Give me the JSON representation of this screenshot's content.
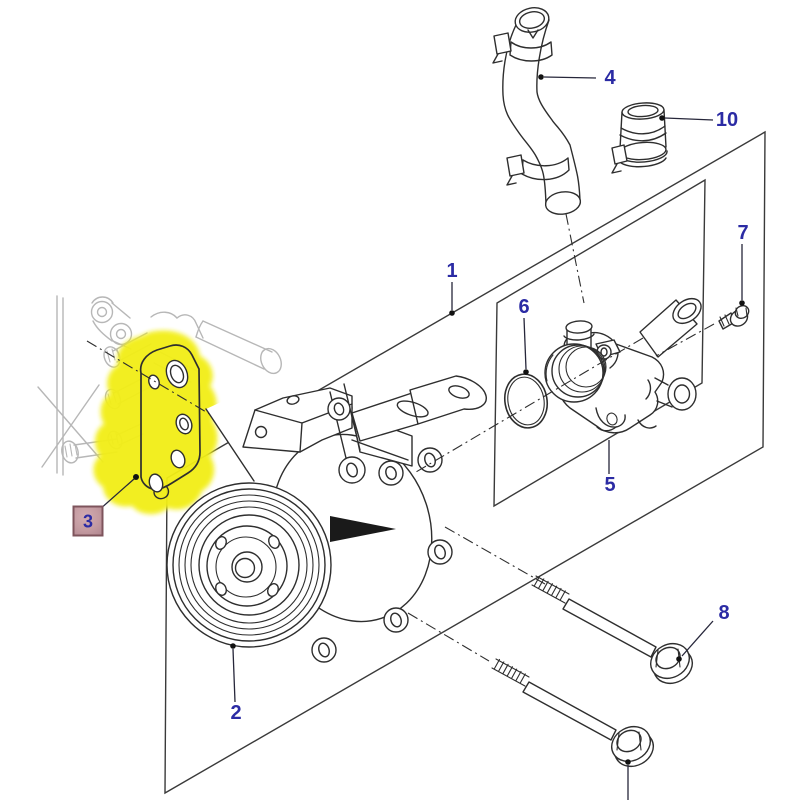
{
  "diagram": {
    "kind": "exploded-parts-diagram",
    "highlighted_callout": "3",
    "colors": {
      "background": "#ffffff",
      "line": "#2e2e2e",
      "faded_line": "#b7b7b7",
      "callout_text": "#2b2ba4",
      "highlight": "#f2ee12",
      "selected_box_fill": "#c49ba1",
      "selected_box_border": "#7e545c"
    },
    "callouts": [
      {
        "number": "1"
      },
      {
        "number": "2"
      },
      {
        "number": "3"
      },
      {
        "number": "4"
      },
      {
        "number": "5"
      },
      {
        "number": "6"
      },
      {
        "number": "7"
      },
      {
        "number": "8"
      },
      {
        "number": "10"
      }
    ]
  }
}
